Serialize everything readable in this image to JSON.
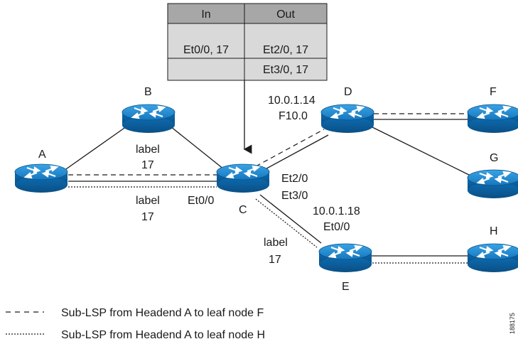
{
  "table": {
    "headers": [
      "In",
      "Out"
    ],
    "rows": [
      [
        "Et0/0, 17",
        "Et2/0, 17"
      ],
      [
        "",
        "Et3/0, 17"
      ]
    ]
  },
  "nodes": {
    "A": "A",
    "B": "B",
    "C": "C",
    "D": "D",
    "E": "E",
    "F": "F",
    "G": "G",
    "H": "H"
  },
  "labels": {
    "ab_label_word": "label",
    "ab_label_num": "17",
    "ac_label_word": "label",
    "ac_label_num": "17",
    "ce_label_word": "label",
    "ce_label_num": "17",
    "c_et0": "Et0/0",
    "c_et2": "Et2/0",
    "c_et3": "Et3/0",
    "d_ip": "10.0.1.14",
    "d_if": "F10.0",
    "e_ip": "10.0.1.18",
    "e_if": "Et0/0"
  },
  "legend": [
    {
      "style": "dashed",
      "text": "Sub-LSP from Headend A to leaf node F"
    },
    {
      "style": "dotted",
      "text": "Sub-LSP from Headend A to leaf node H"
    }
  ],
  "figure_id": "188175",
  "colors": {
    "router_top": "#1f8ed4",
    "router_side": "#0a5e9c",
    "table_bg": "#d9d9d9",
    "line": "#1a1a1a"
  }
}
